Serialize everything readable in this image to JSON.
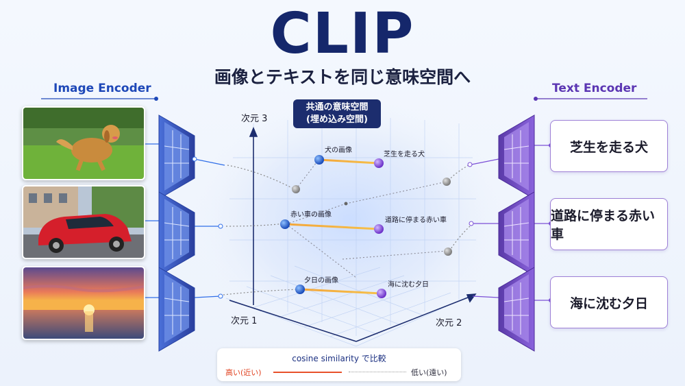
{
  "header": {
    "title": "CLIP",
    "subtitle": "画像とテキストを同じ意味空間へ"
  },
  "image_encoder": {
    "label": "Image Encoder"
  },
  "text_encoder": {
    "label": "Text Encoder"
  },
  "texts": [
    "芝生を走る犬",
    "道路に停まる赤い車",
    "海に沈む夕日"
  ],
  "space": {
    "title_line1": "共通の意味空間",
    "title_line2": "(埋め込み空間)",
    "axis1": "次元 1",
    "axis2": "次元 2",
    "axis3": "次元 3"
  },
  "points": {
    "img1": "犬の画像",
    "txt1": "芝生を走る犬",
    "img2": "赤い車の画像",
    "txt2": "道路に停まる赤い車",
    "img3": "夕日の画像",
    "txt3": "海に沈む夕日"
  },
  "legend": {
    "title": "cosine similarity で比較",
    "high": "高い(近い)",
    "low": "低い(遠い)"
  },
  "colors": {
    "image_accent": "#2f6ee8",
    "text_accent": "#7b4fd6",
    "title": "#15276b",
    "high_similarity": "#e8502a"
  }
}
